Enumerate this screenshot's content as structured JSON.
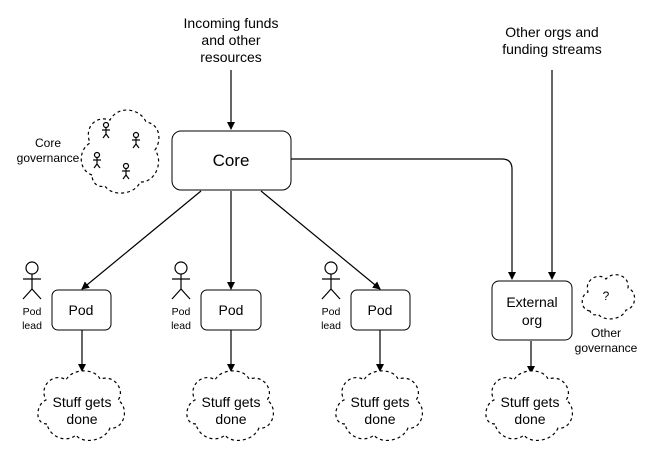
{
  "labels": {
    "incoming_line1": "Incoming funds",
    "incoming_line2": "and other",
    "incoming_line3": "resources",
    "other_orgs_line1": "Other orgs and",
    "other_orgs_line2": "funding streams",
    "core_governance_line1": "Core",
    "core_governance_line2": "governance",
    "other_governance_line1": "Other",
    "other_governance_line2": "governance",
    "question_mark": "?"
  },
  "nodes": {
    "core": "Core",
    "pod": "Pod",
    "external_line1": "External",
    "external_line2": "org"
  },
  "pod_lead": {
    "line1": "Pod",
    "line2": "lead"
  },
  "outcome": {
    "line1": "Stuff gets",
    "line2": "done"
  }
}
